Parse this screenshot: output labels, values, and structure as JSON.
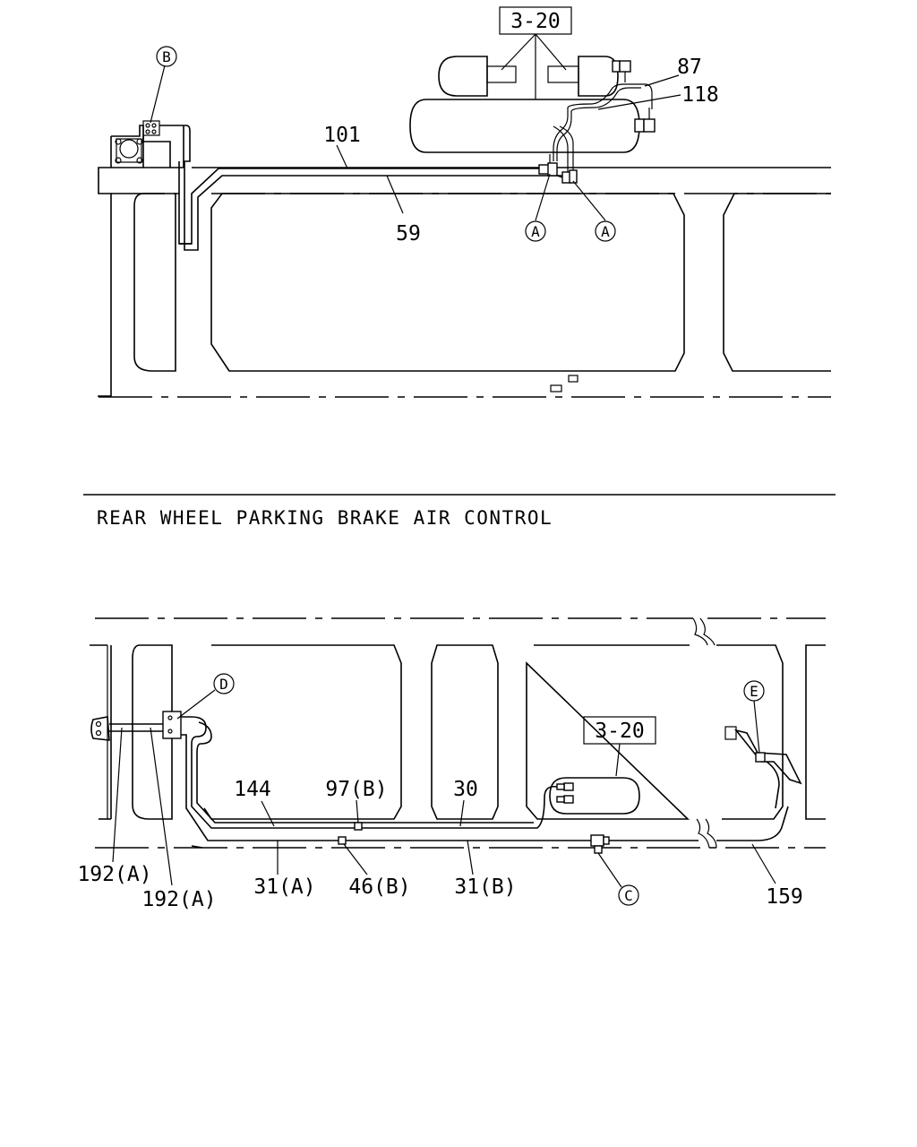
{
  "top_view": {
    "ref_box": "3-20",
    "labels": {
      "p87": "87",
      "p118": "118",
      "p101": "101",
      "p59": "59"
    },
    "circles": {
      "b": "B",
      "a1": "A",
      "a2": "A"
    }
  },
  "section": {
    "title": "REAR WHEEL PARKING BRAKE AIR CONTROL"
  },
  "bottom_view": {
    "ref_box": "3-20",
    "labels": {
      "p144": "144",
      "p97b": "97(B)",
      "p30": "30",
      "p192a_1": "192(A)",
      "p192a_2": "192(A)",
      "p31a": "31(A)",
      "p46b": "46(B)",
      "p31b": "31(B)",
      "p159": "159"
    },
    "circles": {
      "d": "D",
      "e": "E",
      "c": "C"
    }
  }
}
